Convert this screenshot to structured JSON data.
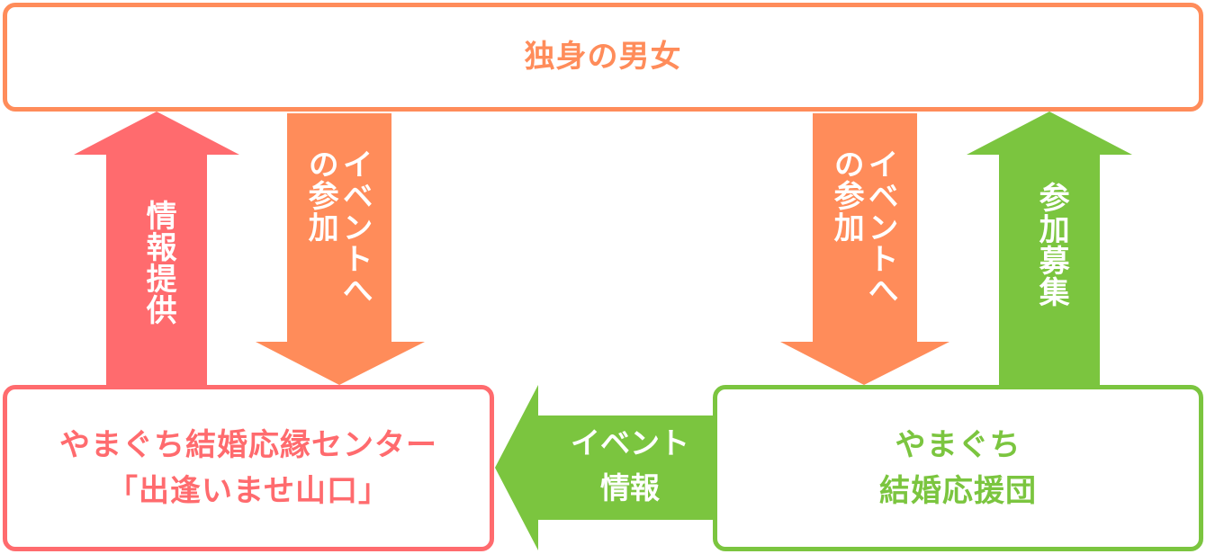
{
  "colors": {
    "orange": "#FF8C5A",
    "red": "#FF6B6E",
    "green": "#7BC53F"
  },
  "top_box": {
    "label": "独身の男女"
  },
  "left_box": {
    "line1": "やまぐち結婚応縁センター",
    "line2": "「出逢いませ山口」"
  },
  "right_box": {
    "line1": "やまぐち",
    "line2": "結婚応援団"
  },
  "arrows": {
    "info_provision": {
      "label": "情報提供"
    },
    "event_join_left": {
      "label": "イベントへ\nの参加"
    },
    "event_join_right": {
      "label": "イベントへ\nの参加"
    },
    "recruit": {
      "label": "参加募集"
    },
    "event_info": {
      "line1": "イベント",
      "line2": "情報"
    }
  }
}
